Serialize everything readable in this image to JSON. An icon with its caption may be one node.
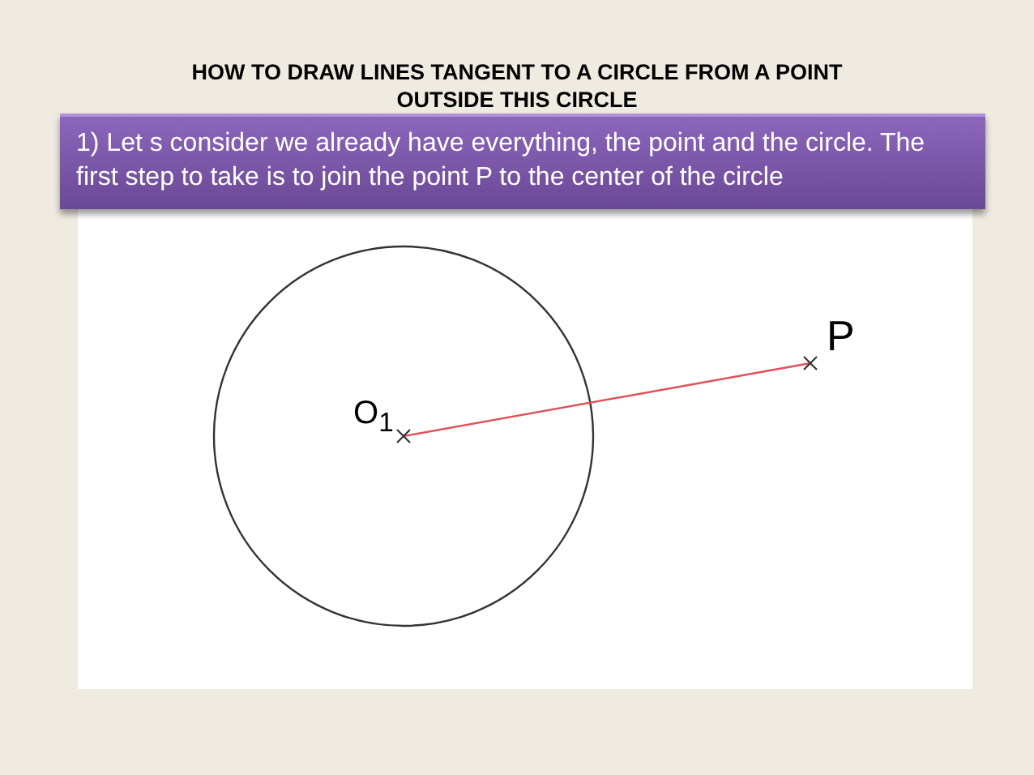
{
  "diagram": {
    "title": "HOW TO DRAW LINES TANGENT TO A CIRCLE FROM A POINT OUTSIDE THIS CIRCLE",
    "nodes": [
      {
        "text": [
          "1) Let s consider we already have everything, the point and the circle. The first step to take is to join the point P to the center of the circle"
        ]
      },
      {
        "text": [],
        "shape": "circle"
      },
      {
        "text": [
          "O$_{1}$"
        ],
        "in": 1
      },
      {
        "text": [
          "P"
        ]
      }
    ],
    "edges": [
      {
        "from": 2,
        "to": 3,
        "arrow": "none",
        "color": "#e0505a"
      }
    ]
  }
}
